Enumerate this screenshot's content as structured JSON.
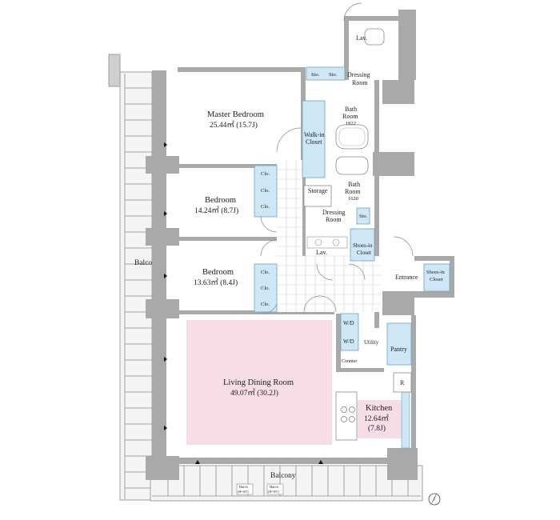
{
  "colors": {
    "wall": "#a9a9a9",
    "closet": "#cfe6f4",
    "living_highlight": "#f6dde8",
    "kitchen_highlight": "#f6dde8",
    "floor_grid": "#cfcfcf",
    "text": "#222222"
  },
  "rooms": {
    "lav_top": "Lav.",
    "dressing_room_top": "Dressing",
    "dressing_room_top_2": "Room",
    "sto1": "Sto.",
    "sto2": "Sto.",
    "bath1_line1": "Bath",
    "bath1_line2": "Room",
    "bath1_size": "1822",
    "master_name": "Master Bedroom",
    "master_area": "25.44㎡ (15.7J)",
    "walkin_line1": "Walk-in",
    "walkin_line2": "Closet",
    "storage": "Storage",
    "bath2_line1": "Bath",
    "bath2_line2": "Room",
    "bath2_size": "1620",
    "bed2_name": "Bedroom",
    "bed2_area": "14.24㎡ (8.7J)",
    "clo": "Clo.",
    "dressing2_line1": "Dressing",
    "dressing2_line2": "Room",
    "sto3": "Sto.",
    "lav_mid": "Lav.",
    "shoes_in_1a": "Shoes-in",
    "shoes_in_1b": "Closet",
    "bed3_name": "Bedroom",
    "bed3_area": "13.63㎡ (8.4J)",
    "entrance": "Entrance",
    "shoes_in_2a": "Shoes-in",
    "shoes_in_2b": "Closet",
    "wd1": "W/D",
    "wd2": "W/D",
    "utility": "Utility",
    "counter": "Counter",
    "pantry": "Pantry",
    "r": "R",
    "living_name": "Living Dining Room",
    "living_area": "49.07㎡ (30.2J)",
    "kitchen_name": "Kitchen",
    "kitchen_area": "12.64㎡",
    "kitchen_j": "(7.8J)",
    "balcony_left": "Balcony",
    "balcony_bottom": "Balcony",
    "hatch1_a": "Hatch",
    "hatch1_b": "(H=30?)",
    "hatch2_a": "Hatch",
    "hatch2_b": "(H=30?)"
  },
  "compass": "north-arrow-icon"
}
